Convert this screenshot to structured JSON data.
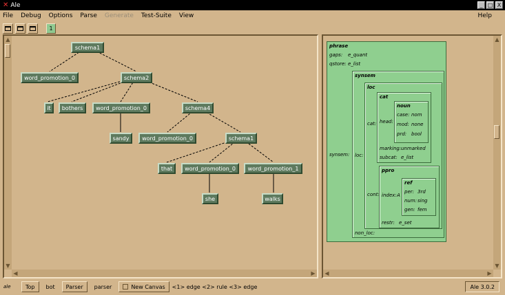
{
  "window": {
    "title": "Ale",
    "btn_min": "_",
    "btn_max": "□",
    "btn_close": "X"
  },
  "menu": {
    "file": "File",
    "debug": "Debug",
    "options": "Options",
    "parse": "Parse",
    "generate": "Generate",
    "test_suite": "Test-Suite",
    "view": "View",
    "help": "Help"
  },
  "toolbar": {
    "counter": "1"
  },
  "tree": {
    "n1": "schema1",
    "n2": "word_promotion_0",
    "n3": "schema2",
    "n4": "it",
    "n5": "bothers",
    "n6": "word_promotion_0",
    "n7": "schema4",
    "n8": "sandy",
    "n9": "word_promotion_0",
    "n10": "schema1",
    "n11": "that",
    "n12": "word_promotion_0",
    "n13": "word_promotion_1",
    "n14": "she",
    "n15": "walks"
  },
  "fs": {
    "phrase": "phrase",
    "gaps_k": "gaps:",
    "gaps_v": "e_quant",
    "qstore_k": "qstore:",
    "qstore_v": "e_list",
    "synsem_k": "synsem:",
    "synsem": "synsem",
    "loc_k": "loc:",
    "loc": "loc",
    "cat_k": "cat:",
    "cat": "cat",
    "head_k": "head:",
    "noun": "noun",
    "case_k": "case:",
    "case_v": "nom",
    "mod_k": "mod:",
    "mod_v": "none",
    "prd_k": "prd:",
    "prd_v": "bool",
    "marking_k": "marking:",
    "marking_v": "unmarked",
    "subcat_k": "subcat:",
    "subcat_v": "e_list",
    "cont_k": "cont:",
    "ppro": "ppro",
    "index_k": "index:",
    "index_tag": "A",
    "ref": "ref",
    "per_k": "per:",
    "per_v": "3rd",
    "num_k": "num:",
    "num_v": "sing",
    "gen_k": "gen:",
    "gen_v": "fem",
    "restr_k": "restr:",
    "restr_v": "e_set",
    "nonloc_k": "non_loc:"
  },
  "status": {
    "top_btn": "Top",
    "top_val": "bot",
    "parser_btn": "Parser",
    "parser_val": "parser",
    "new_canvas": "New Canvas",
    "hint": "<1> edge <2> rule <3> edge",
    "version": "Ale 3.0.2"
  },
  "icons": [
    "x-logo",
    "first-icon",
    "prev-icon",
    "next-icon"
  ]
}
